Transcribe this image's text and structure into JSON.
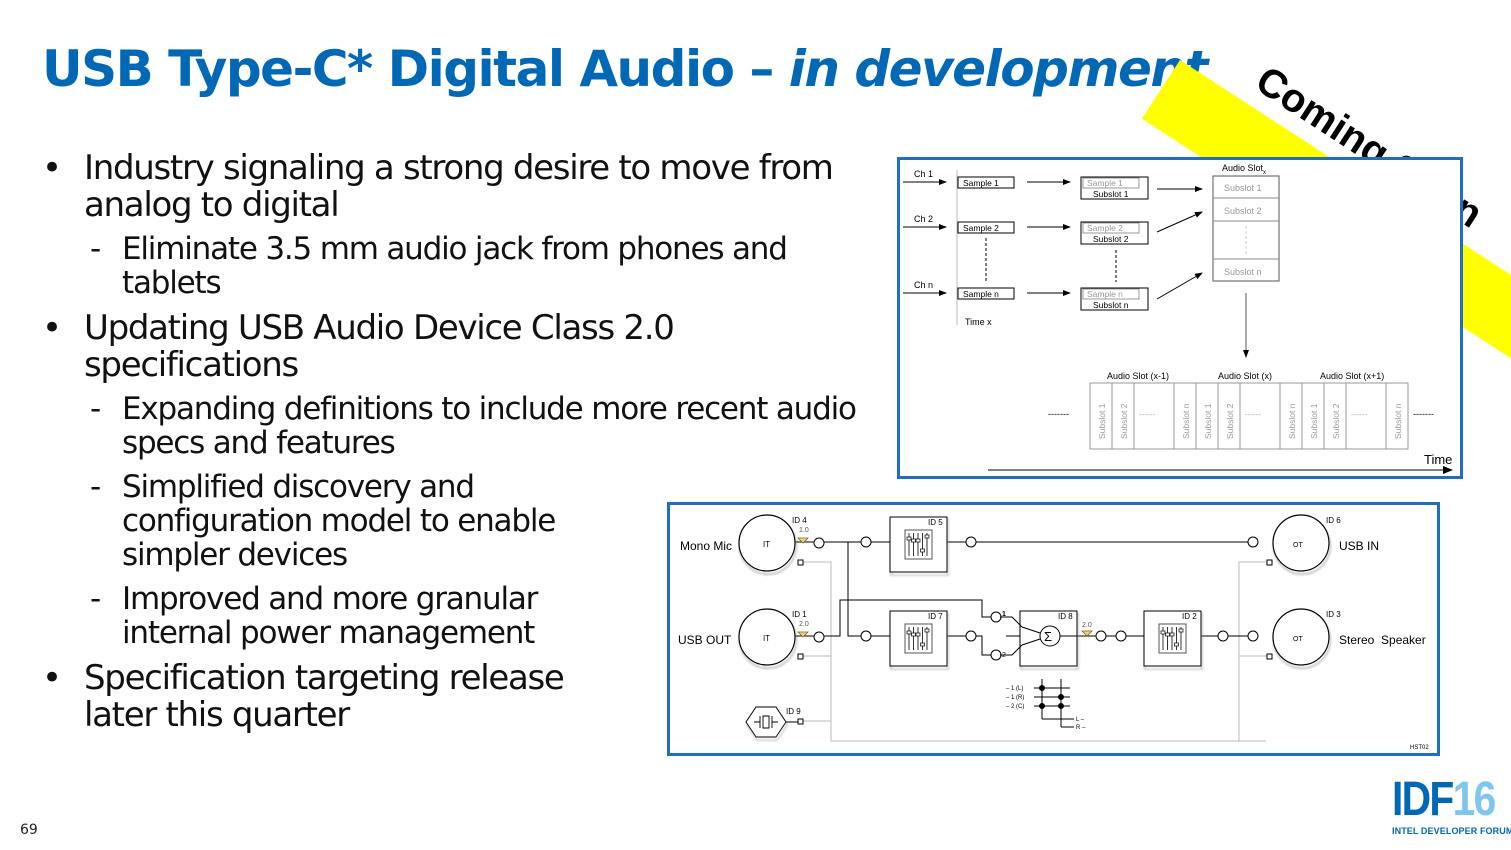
{
  "slide": {
    "title_main": "USB Type-C* Digital Audio – ",
    "title_italic": "in development",
    "banner": "Coming Soon",
    "page_number": "69",
    "logo": {
      "idf": "IDF",
      "year": "16",
      "subtitle": "INTEL DEVELOPER FORUM"
    },
    "colors": {
      "title": "#0068b5",
      "banner": "#ffff00",
      "frame": "#1f6fbf",
      "logo_light": "#7fc6ec"
    }
  },
  "bullets": [
    {
      "text": "Industry signaling a strong desire to move from analog to digital",
      "sub": [
        "Eliminate 3.5 mm audio jack from phones and tablets"
      ]
    },
    {
      "text": "Updating USB Audio Device Class 2.0 specifications",
      "sub": [
        "Expanding definitions to include more recent audio specs and features",
        "Simplified discovery and configuration model to enable simpler devices",
        "Improved and more granular internal power management"
      ]
    },
    {
      "text": "Specification targeting release later this quarter",
      "sub": []
    }
  ],
  "bullet_symbol": "•",
  "sub_symbol": "-",
  "fig1": {
    "channels": [
      "Ch 1",
      "Ch 2",
      "Ch n"
    ],
    "samples": [
      "Sample 1",
      "Sample 2",
      "Sample n"
    ],
    "subslots": [
      "Subslot 1",
      "Subslot 2",
      "Subslot n"
    ],
    "time_x": "Time x",
    "audio_slot_x": "Audio Slot",
    "audio_slot_sub": "x",
    "slot_groups": [
      "Audio Slot (x-1)",
      "Audio Slot (x)",
      "Audio Slot (x+1)"
    ],
    "dashes": "-------",
    "time_label": "Time"
  },
  "fig2": {
    "inputs": [
      {
        "label": "Mono Mic",
        "type": "IT",
        "id": "ID 4",
        "channels": "1.0"
      },
      {
        "label": "USB OUT",
        "type": "IT",
        "id": "ID 1",
        "channels": "2.0"
      }
    ],
    "outputs": [
      {
        "label": "USB IN",
        "type": "OT",
        "id": "ID 6"
      },
      {
        "label": "Stereo  Speaker",
        "type": "OT",
        "id": "ID 3"
      }
    ],
    "units": [
      {
        "id": "ID 5",
        "kind": "feature-unit"
      },
      {
        "id": "ID 7",
        "kind": "feature-unit"
      },
      {
        "id": "ID 8",
        "kind": "mixer-unit",
        "symbol": "Σ",
        "pins": [
          "1",
          "2"
        ],
        "channels": "2.0"
      },
      {
        "id": "ID 2",
        "kind": "feature-unit"
      },
      {
        "id": "ID 9",
        "kind": "clock-source"
      }
    ],
    "matrix_rows": [
      "– 1 (L)",
      "– 1 (R)",
      "– 2 (C)"
    ],
    "matrix_cols": [
      "L –",
      "R –"
    ],
    "figure_code": "HST02"
  }
}
